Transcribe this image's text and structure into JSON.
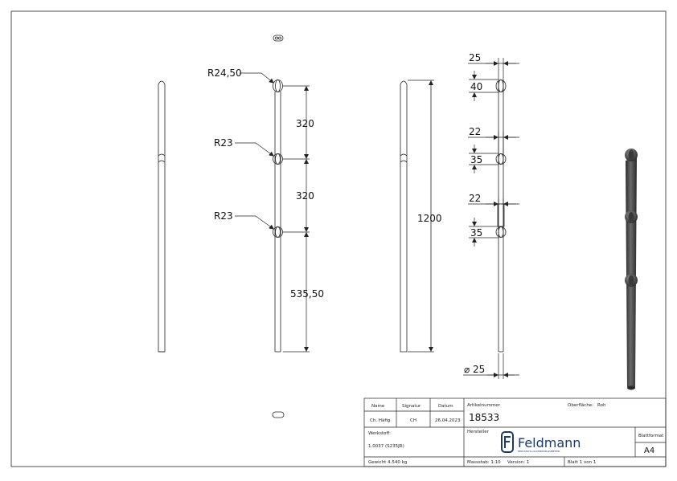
{
  "dims": {
    "r1": "R24,50",
    "r2": "R23",
    "r3": "R23",
    "d1": "320",
    "d2": "320",
    "d3": "535,50",
    "total": "1200",
    "w1": "25",
    "h1": "40",
    "w2": "22",
    "h2": "35",
    "w3": "22",
    "h3": "35",
    "dia": "⌀ 25"
  },
  "title_block": {
    "name_label": "Name",
    "signatur_label": "Signatur",
    "datum_label": "Datum",
    "name": "Ch. Häfig",
    "signatur": "CH",
    "datum": "26.04.2023",
    "artikel_label": "Artikelnummer",
    "artikel": "18533",
    "oberflaeche_label": "Oberfläche:",
    "oberflaeche": "Roh",
    "werkstoff_label": "Werkstoff:",
    "werkstoff": "1.0037 (S235JR)",
    "hersteller_label": "Hersteller",
    "logo": "Feldmann",
    "logo_sub": "EDELSTAHL-/ALUMINIUM-ZUBEHÖR",
    "blattformat_label": "Blattformat",
    "blattformat": "A4",
    "gewicht": "Gewicht 4.540 kg",
    "massstab": "Massstab: 1:10",
    "version": "Version: 1",
    "blatt": "Blatt 1 von 1"
  },
  "colors": {
    "line": "#222222",
    "rod": "#4a4a4a",
    "rod_light": "#8a8a8a",
    "logo": "#1f3a68"
  }
}
